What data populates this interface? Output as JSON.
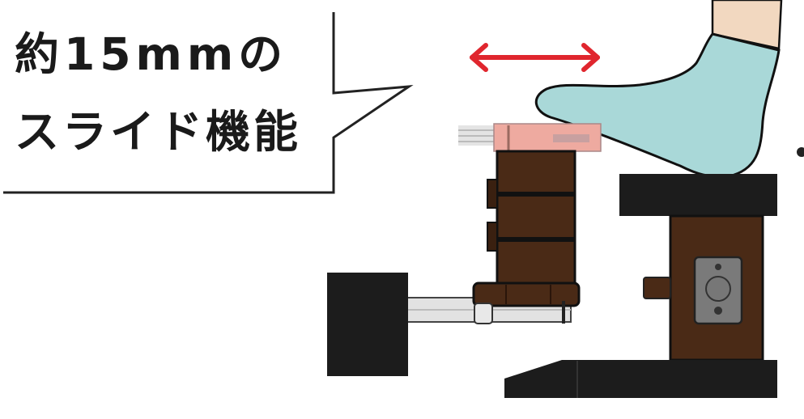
{
  "callout": {
    "line1": "約15mmの",
    "line2": "スライド機能"
  },
  "illustration": {
    "subject": "foot-pedal-slide-mechanism",
    "arrow_direction": "bidirectional-horizontal",
    "colors": {
      "arrow": "#e0262e",
      "sock": "#a9d8d8",
      "skin": "#f2d8c0",
      "pedal_pad": "#eeaaa0",
      "wood_brown": "#4a2a16",
      "base_black": "#1c1c1c",
      "plate_gray": "#7a7a7a",
      "rail_gray": "#d8d8d8",
      "outline": "#111111"
    }
  }
}
